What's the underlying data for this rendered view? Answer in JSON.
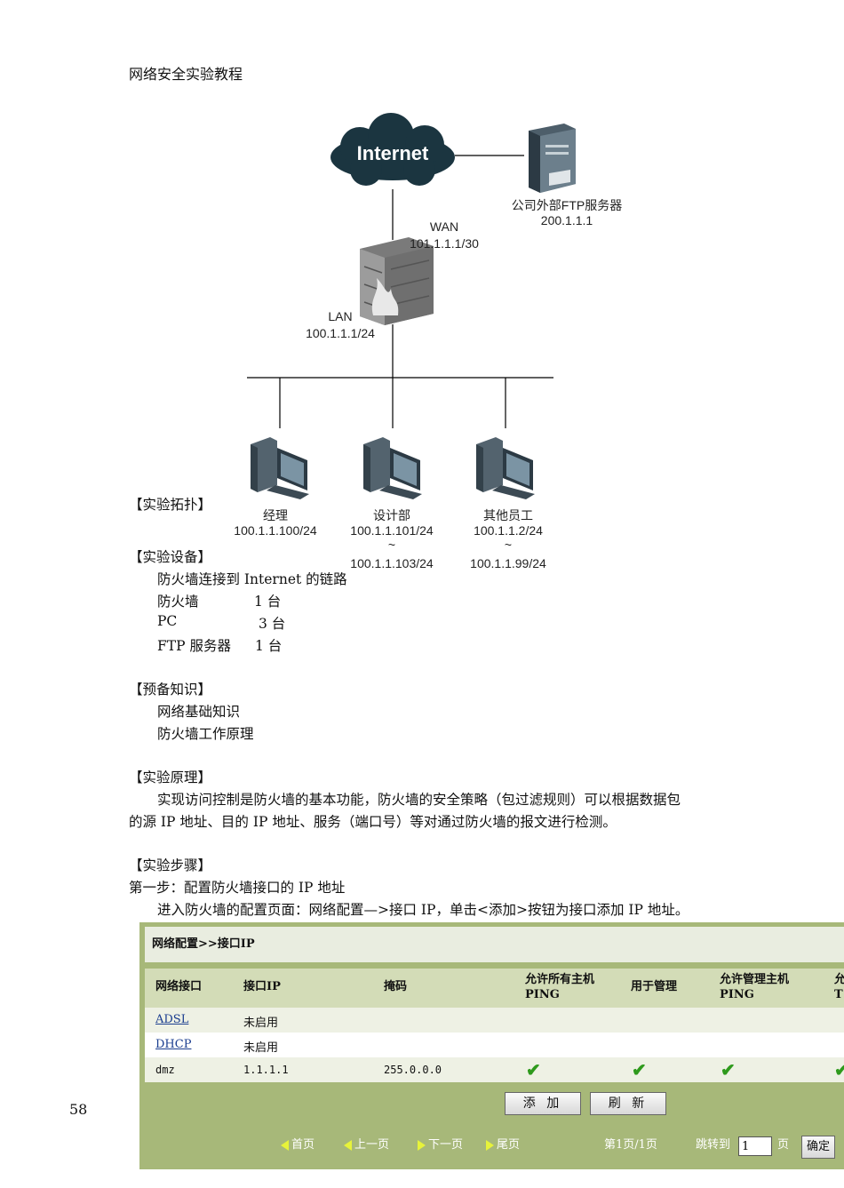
{
  "header": {
    "title": "网络安全实验教程"
  },
  "diagram": {
    "internet_label": "Internet",
    "ftp_server": {
      "name": "公司外部FTP服务器",
      "ip": "200.1.1.1"
    },
    "wan": {
      "label": "WAN",
      "ip": "101.1.1.1/30"
    },
    "lan": {
      "label": "LAN",
      "ip": "100.1.1.1/24"
    },
    "hosts": [
      {
        "name": "经理",
        "ip": "100.1.1.100/24",
        "tilde": "",
        "ip2": ""
      },
      {
        "name": "设计部",
        "ip": "100.1.1.101/24",
        "tilde": "~",
        "ip2": "100.1.1.103/24"
      },
      {
        "name": "其他员工",
        "ip": "100.1.1.2/24",
        "tilde": "~",
        "ip2": "100.1.1.99/24"
      }
    ]
  },
  "sections": {
    "topology": "【实验拓扑】",
    "equipment": "【实验设备】",
    "equipment_items": [
      {
        "name": "防火墙连接到 Internet 的链路",
        "qty": ""
      },
      {
        "name": "防火墙",
        "qty": "1 台"
      },
      {
        "name": "PC",
        "qty": "3 台"
      },
      {
        "name": "FTP 服务器",
        "qty": "1 台"
      }
    ],
    "knowledge": "【预备知识】",
    "knowledge_items": [
      "网络基础知识",
      "防火墙工作原理"
    ],
    "principle": "【实验原理】",
    "principle_line1": "实现访问控制是防火墙的基本功能，防火墙的安全策略（包过滤规则）可以根据数据包",
    "principle_line2": "的源 IP 地址、目的 IP 地址、服务（端口号）等对通过防火墙的报文进行检测。",
    "steps": "【实验步骤】",
    "step1": "第一步：配置防火墙接口的 IP 地址",
    "step1_detail": "进入防火墙的配置页面：网络配置—>接口 IP，单击<添加>按钮为接口添加 IP 地址。"
  },
  "page_number": "58",
  "screenshot": {
    "breadcrumb": "网络配置>>接口IP",
    "columns": [
      "网络接口",
      "接口IP",
      "掩码",
      "允许所有主机PING",
      "用于管理",
      "允许管理主机PING",
      "允"
    ],
    "column_lines": [
      [
        "网络接口"
      ],
      [
        "接口IP"
      ],
      [
        "掩码"
      ],
      [
        "允许所有主机",
        "PING"
      ],
      [
        "用于管理"
      ],
      [
        "允许管理主机",
        "PING"
      ],
      [
        "允",
        "T"
      ]
    ],
    "rows": [
      {
        "iface": "ADSL",
        "ip": "未启用",
        "mask": "",
        "checks": [
          false,
          false,
          false,
          false
        ]
      },
      {
        "iface": "DHCP",
        "ip": "未启用",
        "mask": "",
        "checks": [
          false,
          false,
          false,
          false
        ]
      },
      {
        "iface": "dmz",
        "ip": "1.1.1.1",
        "mask": "255.0.0.0",
        "checks": [
          true,
          true,
          true,
          true
        ]
      }
    ],
    "add_button": "添 加",
    "refresh_button": "刷 新",
    "pager": {
      "first": "首页",
      "prev": "上一页",
      "next": "下一页",
      "last": "尾页",
      "status": "第1页/1页",
      "jump_label": "跳转到",
      "jump_value": "1",
      "page_unit": "页",
      "confirm": "确定"
    }
  }
}
